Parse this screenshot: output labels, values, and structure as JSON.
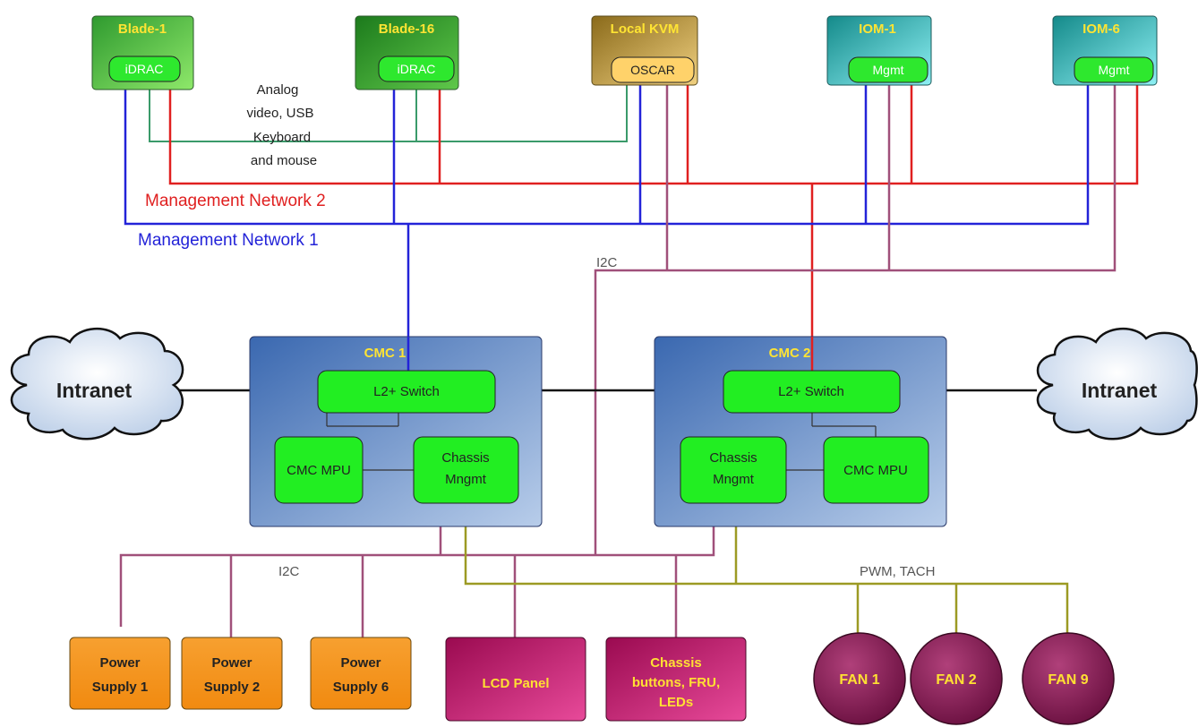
{
  "top_nodes": {
    "blade1": {
      "title": "Blade-1",
      "inner": "iDRAC"
    },
    "blade16": {
      "title": "Blade-16",
      "inner": "iDRAC"
    },
    "local_kvm": {
      "title": "Local KVM",
      "inner": "OSCAR"
    },
    "iom1": {
      "title": "IOM-1",
      "inner": "Mgmt"
    },
    "iom6": {
      "title": "IOM-6",
      "inner": "Mgmt"
    }
  },
  "annotations": {
    "analog_line1": "Analog",
    "analog_line2": "video, USB",
    "analog_line3": "Keyboard",
    "analog_line4": "and mouse",
    "mgmt_net2": "Management Network 2",
    "mgmt_net1": "Management Network 1",
    "i2c_top": "I2C",
    "i2c_bottom": "I2C",
    "pwm_tach": "PWM, TACH"
  },
  "cmc1": {
    "title": "CMC 1",
    "switch": "L2+ Switch",
    "mpu": "CMC MPU",
    "chassis_line1": "Chassis",
    "chassis_line2": "Mngmt"
  },
  "cmc2": {
    "title": "CMC 2",
    "switch": "L2+ Switch",
    "mpu": "CMC MPU",
    "chassis_line1": "Chassis",
    "chassis_line2": "Mngmt"
  },
  "intranet_left": "Intranet",
  "intranet_right": "Intranet",
  "power_supplies": [
    {
      "line1": "Power",
      "line2": "Supply 1"
    },
    {
      "line1": "Power",
      "line2": "Supply 2"
    },
    {
      "line1": "Power",
      "line2": "Supply 6"
    }
  ],
  "lcd_panel": "LCD Panel",
  "chassis_buttons": {
    "line1": "Chassis",
    "line2": "buttons, FRU,",
    "line3": "LEDs"
  },
  "fans": [
    "FAN 1",
    "FAN 2",
    "FAN 9"
  ],
  "colors": {
    "mgmt_net1": "#2323d8",
    "mgmt_net2": "#e02020",
    "i2c": "#a0507a",
    "pwm_tach": "#9c9a24",
    "analog": "#3a9a6a",
    "cmc_blue": "#3f6fb5",
    "module_green": "#22ee22",
    "psu_orange": "#f7941d",
    "magenta": "#c8186e",
    "fan_purple": "#7a1a52"
  }
}
